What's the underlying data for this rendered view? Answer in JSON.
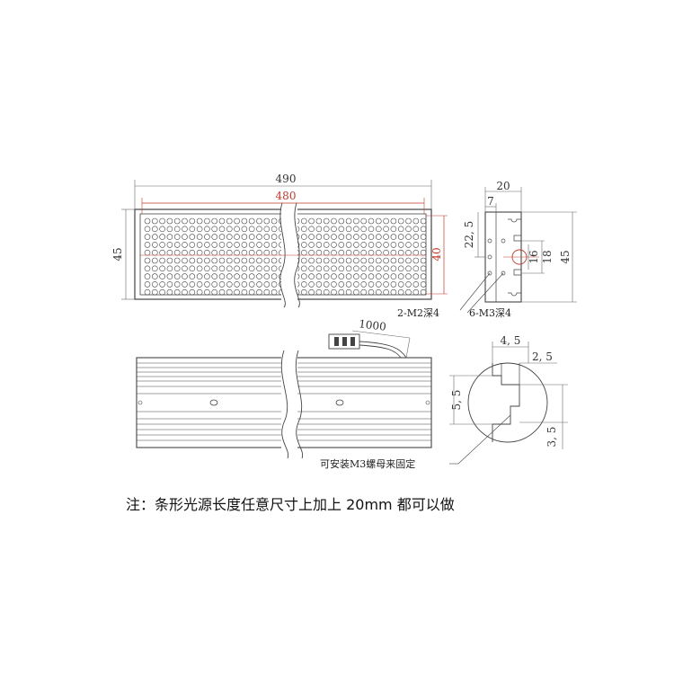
{
  "top_view": {
    "dim_total_length": "490",
    "dim_led_length": "480",
    "dim_height": "45",
    "dim_led_height": "40"
  },
  "end_view": {
    "dim_width": "20",
    "dim_slot_offset": "7",
    "dim_upper": "22, 5",
    "dim_inner": "18",
    "dim_center": "16",
    "dim_total_height": "45",
    "label_m2": "2-M2深4",
    "label_m3": "6-M3深4"
  },
  "side_view": {
    "dim_cable": "1000"
  },
  "detail_view": {
    "dim_width": "4, 5",
    "dim_depth": "2, 5",
    "dim_slot_height": "5, 5",
    "dim_bottom": "3, 5",
    "label_nut": "可安装M3螺母来固定"
  },
  "note": "注：条形光源长度任意尺寸上加上 20mm 都可以做",
  "colors": {
    "line": "#444444",
    "red_dim": "#c0392b"
  }
}
